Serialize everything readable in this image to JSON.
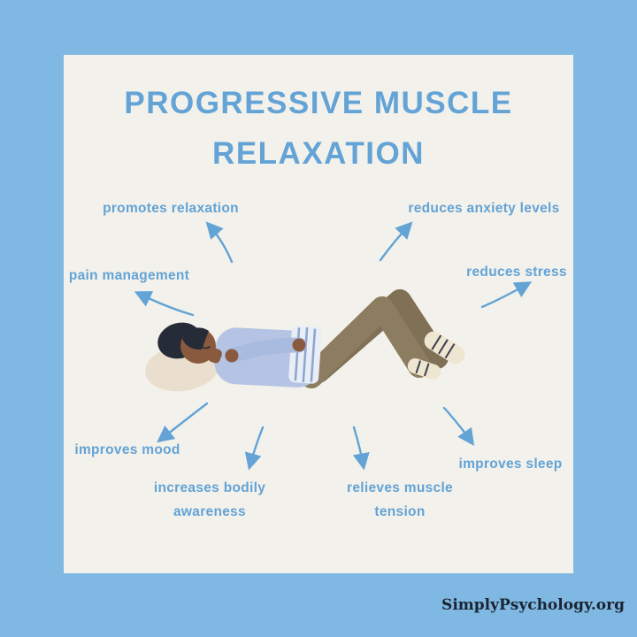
{
  "page": {
    "title_line1": "PROGRESSIVE MUSCLE",
    "title_line2": "RELAXATION",
    "watermark": "SimplyPsychology.org",
    "illustration": "person lying on back on a pillow with knees bent, relaxing"
  },
  "labels": {
    "promotes_relaxation": "promotes relaxation",
    "reduces_anxiety": "reduces anxiety levels",
    "pain_management": "pain management",
    "reduces_stress": "reduces stress",
    "improves_mood": "improves mood",
    "bodily_awareness_line1": "increases bodily",
    "bodily_awareness_line2": "awareness",
    "muscle_tension_line1": "relieves muscle",
    "muscle_tension_line2": "tension",
    "improves_sleep": "improves sleep"
  },
  "colors": {
    "background": "#7fb8e2",
    "card": "#f3f1eb",
    "accent_blue": "#63a3d6",
    "watermark_color": "#1b2433"
  }
}
